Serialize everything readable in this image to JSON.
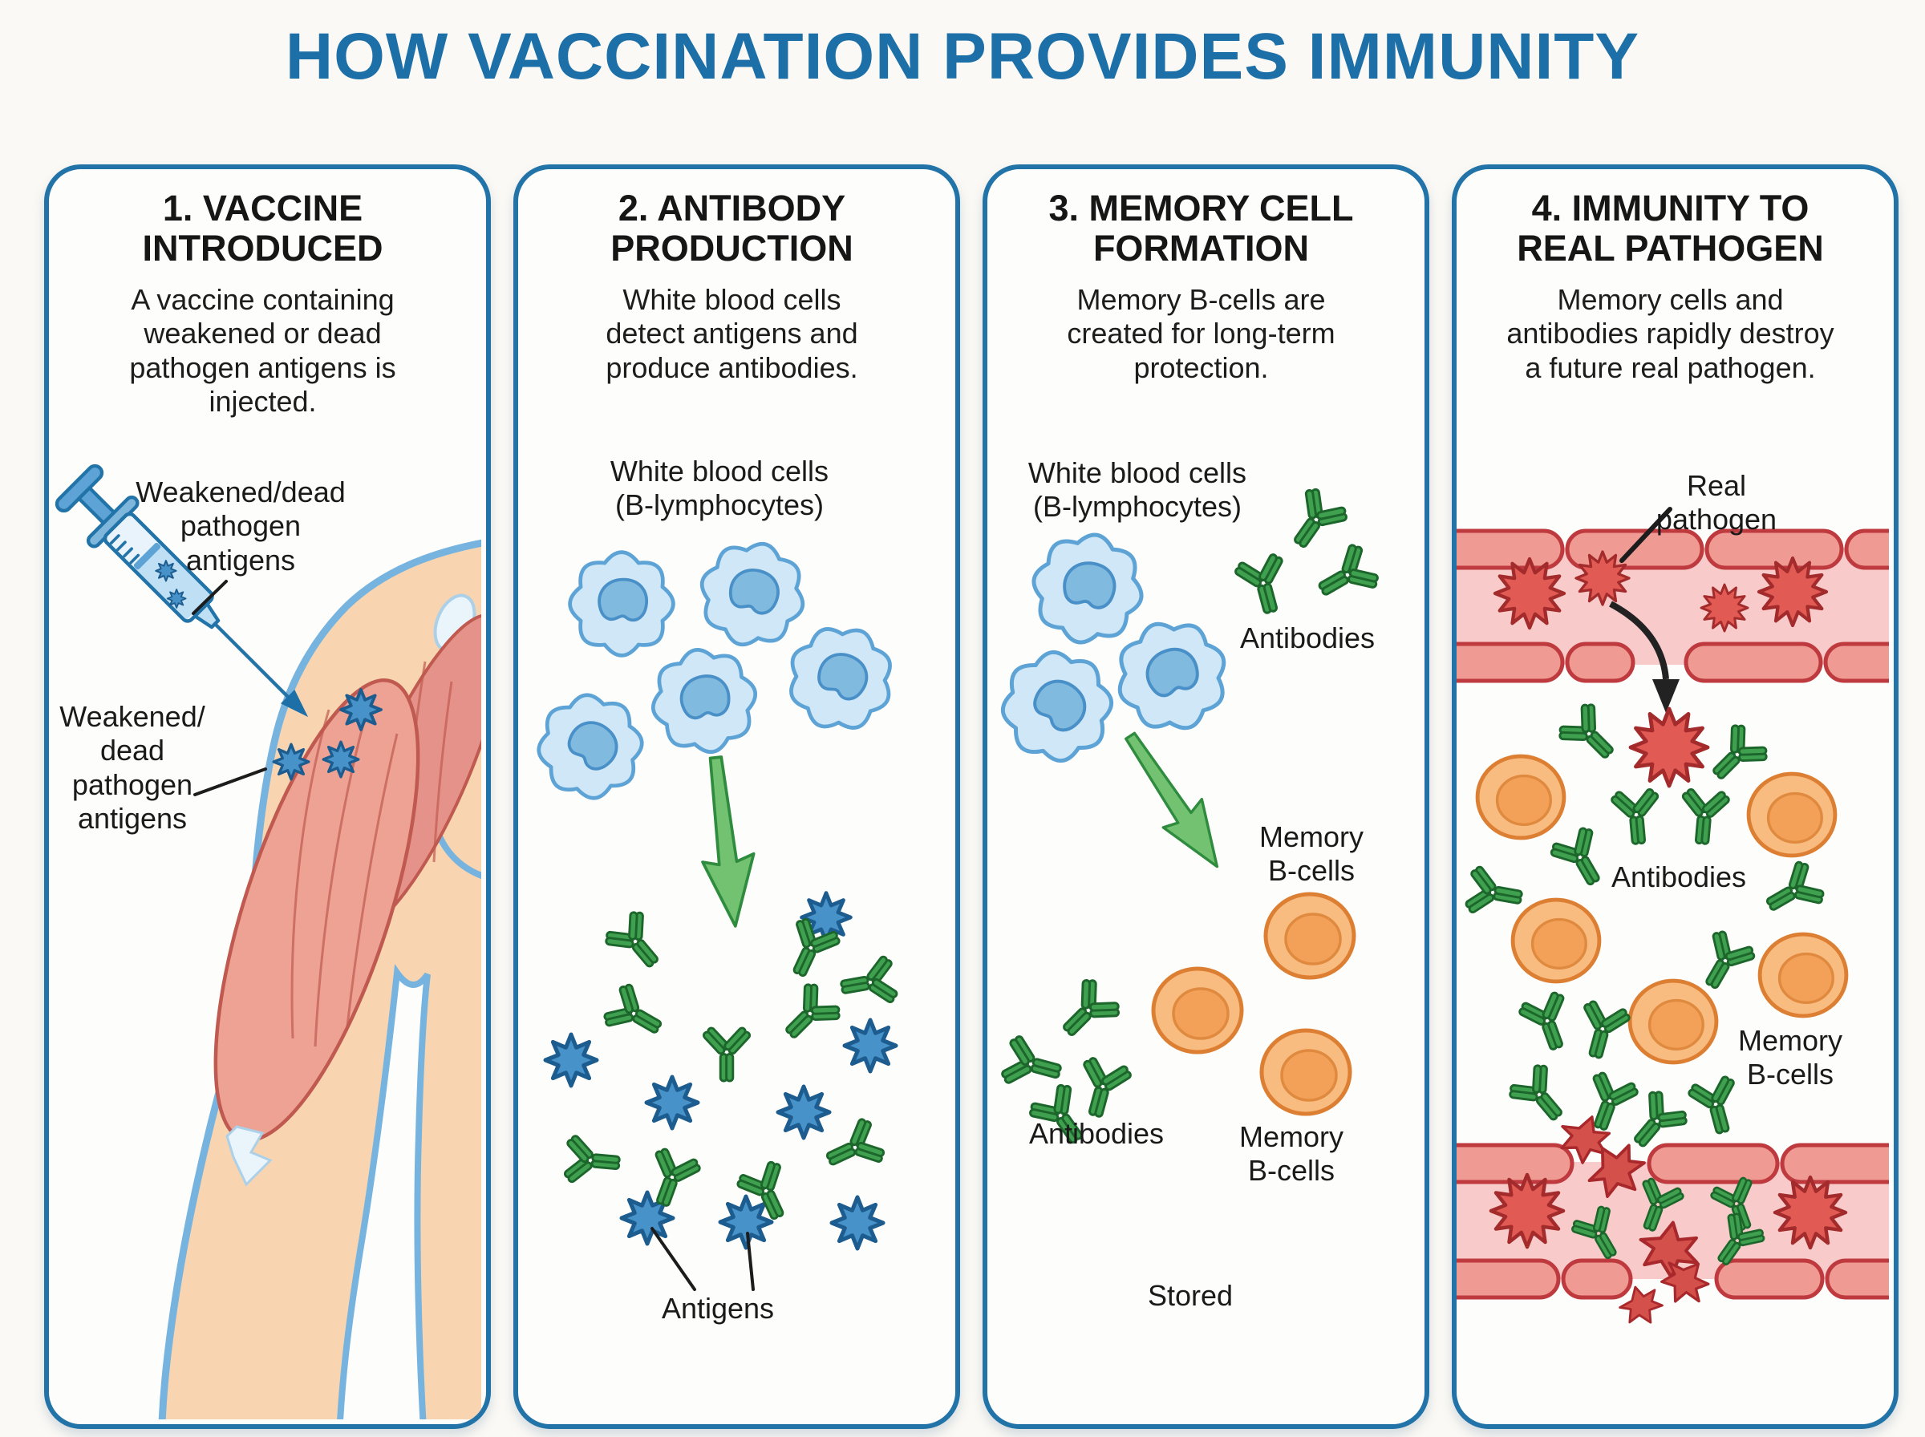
{
  "title": "HOW VACCINATION PROVIDES IMMUNITY",
  "colors": {
    "title_blue": "#1d6fa8",
    "panel_border_blue": "#2273a8",
    "text_dark": "#1a1a1a",
    "antigen_blue": "#4792c9",
    "antibody_green": "#3fa04f",
    "wbc_light_blue": "#cfe7f6",
    "memory_cell_orange": "#f9bc80",
    "pathogen_red": "#e15a54",
    "vessel_pink": "#f8cbca",
    "vessel_wall_salmon": "#ef9b94",
    "muscle_pink": "#eda294",
    "skin_tan": "#f8d5b0"
  },
  "icons": {
    "syringe": "syringe-icon",
    "antigen": "antigen-star-icon",
    "antibody": "antibody-y-icon",
    "white_blood_cell": "wbc-icon",
    "memory_b_cell": "memory-bcell-icon",
    "pathogen": "pathogen-icon",
    "pathogen_fragment": "pathogen-fragment-icon",
    "green_arrow": "green-arrow-icon",
    "black_arrow": "black-arrow-icon"
  },
  "panels": [
    {
      "heading": "1. VACCINE\nINTRODUCED",
      "desc": "A vaccine containing\nweakened or dead\npathogen antigens is\ninjected.",
      "labels": {
        "syringe_antigens": "Weakened/dead\npathogen\nantigens",
        "muscle_antigens": "Weakened/\ndead\npathogen\nantigens"
      }
    },
    {
      "heading": "2. ANTIBODY\nPRODUCTION",
      "desc": "White blood cells\ndetect antigens and\nproduce antibodies.",
      "labels": {
        "wbc": "White blood cells\n(B-lymphocytes)",
        "antigens": "Antigens"
      }
    },
    {
      "heading": "3. MEMORY CELL\nFORMATION",
      "desc": "Memory B-cells are\ncreated for long-term\nprotection.",
      "labels": {
        "wbc": "White blood cells\n(B-lymphocytes)",
        "antibodies_top": "Antibodies",
        "memory_mid": "Memory\nB-cells",
        "antibodies_bottom": "Antibodies",
        "memory_bottom": "Memory\nB-cells",
        "stored": "Stored"
      }
    },
    {
      "heading": "4. IMMUNITY TO\nREAL PATHOGEN",
      "desc": "Memory cells and\nantibodies rapidly destroy\na future real pathogen.",
      "labels": {
        "real_pathogen": "Real pathogen",
        "antibodies": "Antibodies",
        "memory": "Memory\nB-cells"
      }
    }
  ]
}
